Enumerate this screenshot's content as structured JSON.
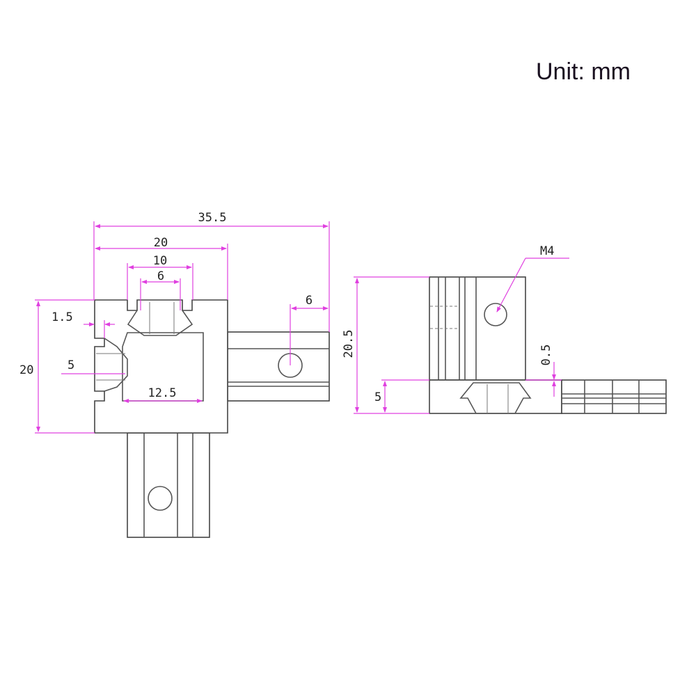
{
  "unit_label": "Unit: mm",
  "dimensions": {
    "overall_width": "35.5",
    "body_width": "20",
    "slot_outer": "10",
    "slot_inner": "6",
    "arm_width": "6",
    "lip_thickness": "1.5",
    "body_height": "20",
    "side_slot": "5",
    "inner_width": "12.5",
    "thread": "M4",
    "side_height": "20.5",
    "base_height": "5",
    "gap": "0.5"
  },
  "colors": {
    "dimension_line": "#e040e0",
    "outline": "#555555"
  }
}
